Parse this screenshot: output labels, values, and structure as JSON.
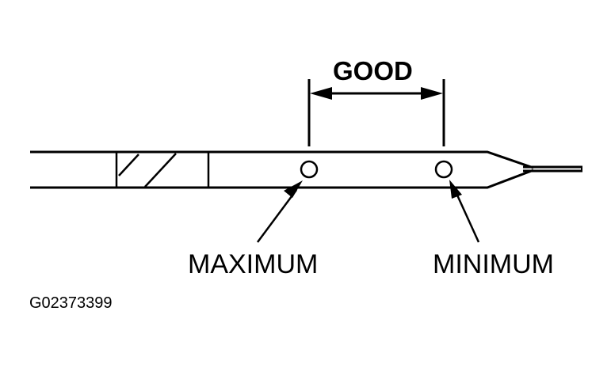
{
  "labels": {
    "good": "GOOD",
    "maximum": "MAXIMUM",
    "minimum": "MINIMUM",
    "figure_id": "G02373399"
  },
  "colors": {
    "ink": "#000000",
    "background": "#ffffff"
  }
}
